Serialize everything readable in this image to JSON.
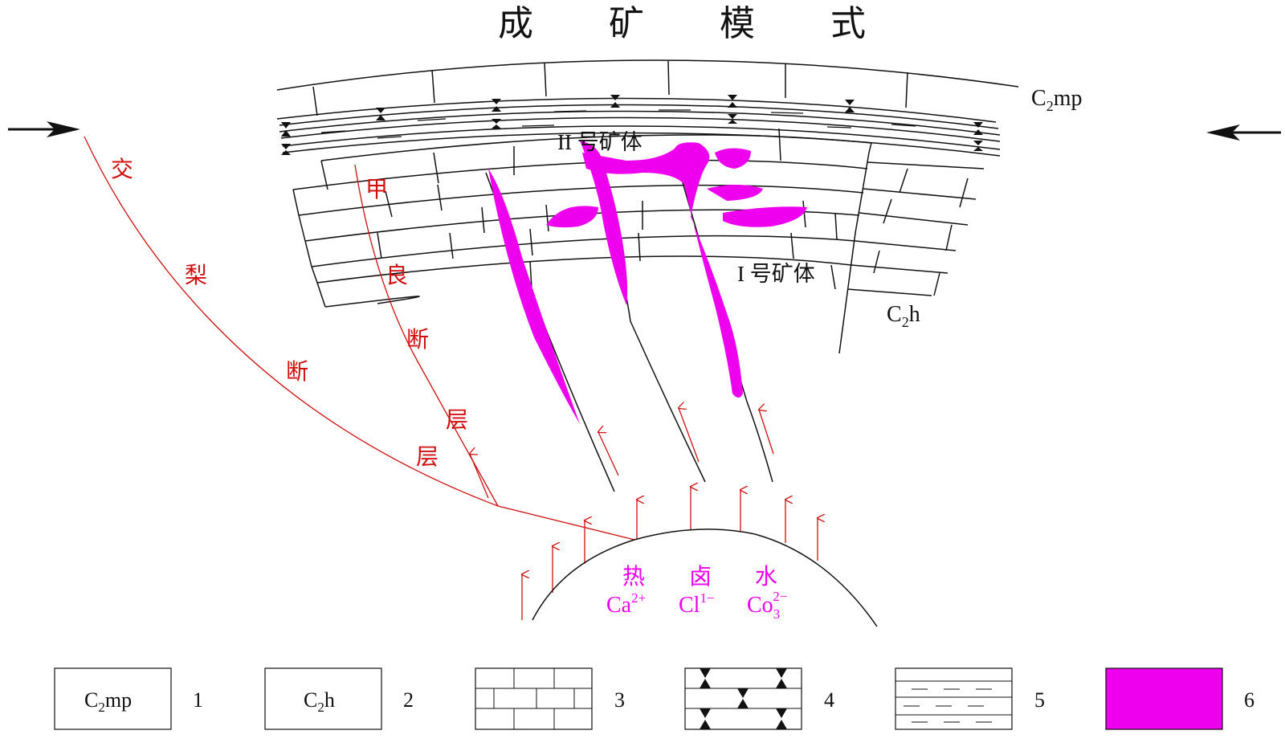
{
  "title": "成 矿 模 式",
  "strata": {
    "upper": "C",
    "upper_sub": "2",
    "upper_suf": "mp",
    "lower": "C",
    "lower_sub": "2",
    "lower_suf": "h"
  },
  "orebodies": {
    "ii": "II 号矿体",
    "i": "I 号矿体"
  },
  "faults": {
    "jiaoli": [
      "交",
      "梨",
      "断",
      "层"
    ],
    "jialiang": [
      "甲",
      "良",
      "断",
      "层"
    ]
  },
  "fluid": {
    "heat": "热",
    "brine": "卤",
    "water": "水",
    "ion1": "Ca",
    "ion1_sup": "2+",
    "ion2": "Cl",
    "ion2_sup": "1−",
    "ion3": "Co",
    "ion3_sub": "3",
    "ion3_sup": "2−"
  },
  "legend": {
    "items": [
      {
        "box_text": "C",
        "box_sub": "2",
        "box_suf": "mp",
        "num": "1"
      },
      {
        "box_text": "C",
        "box_sub": "2",
        "box_suf": "h",
        "num": "2"
      },
      {
        "num": "3"
      },
      {
        "num": "4"
      },
      {
        "num": "5"
      },
      {
        "num": "6"
      }
    ]
  },
  "colors": {
    "fault": "#d01010",
    "ore": "#ee00ee",
    "line": "#111111"
  }
}
